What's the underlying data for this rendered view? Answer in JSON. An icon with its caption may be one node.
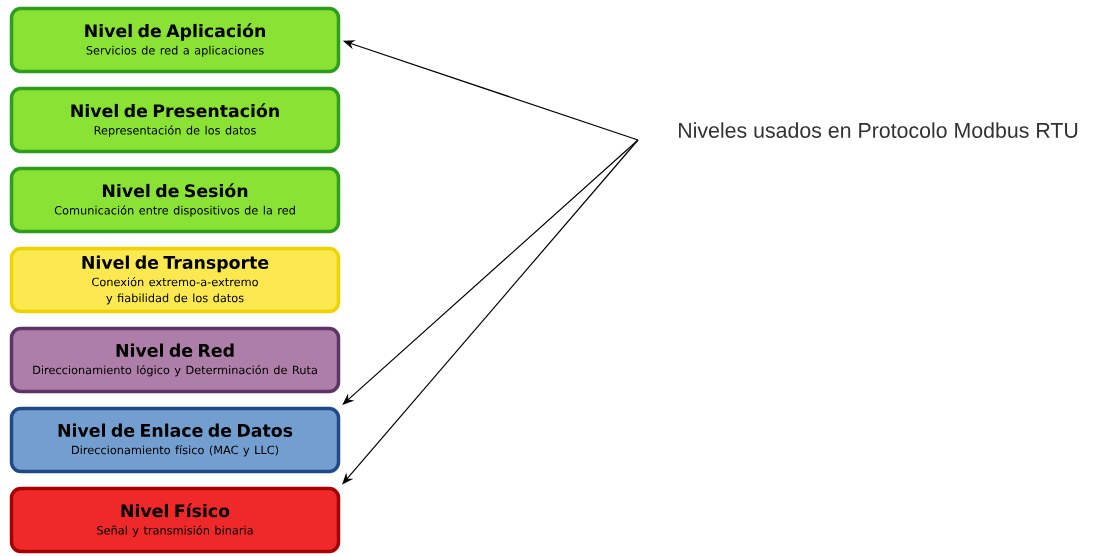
{
  "diagram": {
    "nodes": [
      {
        "text": [
          "Nivel de Aplicación",
          "Servicios de red a aplicaciones"
        ]
      },
      {
        "text": [
          "Nivel de Presentación",
          "Representación de los datos"
        ]
      },
      {
        "text": [
          "Nivel de Sesión",
          "Comunicación entre dispositivos de la red"
        ]
      },
      {
        "text": [
          "Nivel de Transporte",
          "Conexión extremo-a-extremo y fiabilidad de los datos"
        ]
      },
      {
        "text": [
          "Nivel de Red",
          "Direccionamiento lógico y Determinación de Ruta"
        ]
      },
      {
        "text": [
          "Nivel de Enlace de Datos",
          "Direccionamiento físico (MAC y LLC)"
        ]
      },
      {
        "text": [
          "Nivel Físico",
          "Señal y transmisión binaria"
        ]
      },
      {
        "text": [
          "Niveles usados en Protocolo Modbus RTU"
        ]
      }
    ],
    "edges": [
      {
        "from": 7,
        "to": 0,
        "arrow": "to"
      },
      {
        "from": 7,
        "to": 5,
        "arrow": "to"
      },
      {
        "from": 7,
        "to": 6,
        "arrow": "to"
      }
    ]
  }
}
